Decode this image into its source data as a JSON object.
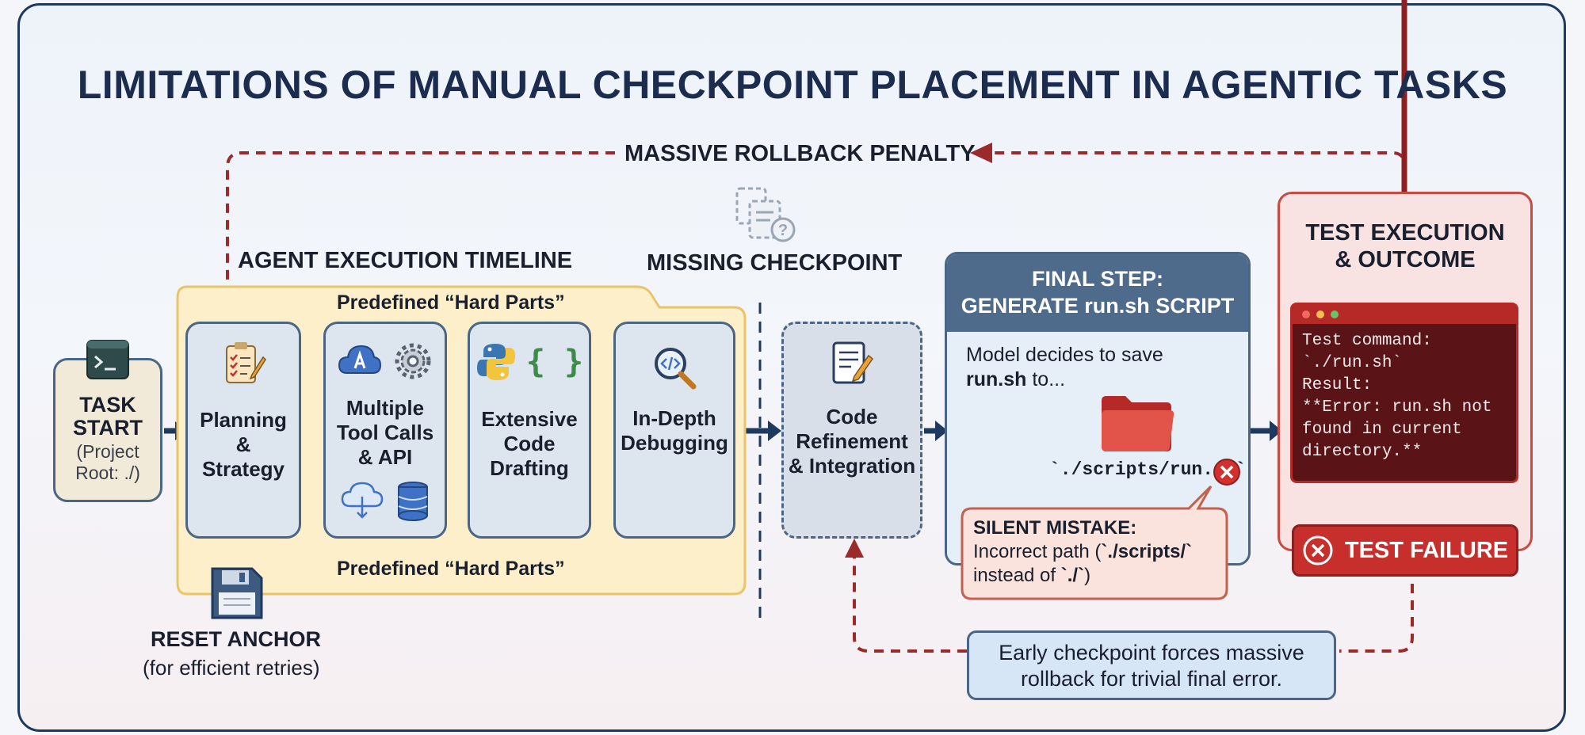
{
  "title": "LIMITATIONS OF MANUAL CHECKPOINT PLACEMENT IN AGENTIC TASKS",
  "rollback_penalty": "MASSIVE ROLLBACK PENALTY",
  "timeline_label": "AGENT EXECUTION TIMELINE",
  "hard_parts_top": "Predefined “Hard Parts”",
  "hard_parts_bottom": "Predefined “Hard Parts”",
  "missing_checkpoint": "MISSING CHECKPOINT",
  "task_start": {
    "title_line1": "TASK",
    "title_line2": "START",
    "sub_line1": "(Project",
    "sub_line2": "Root: ./)"
  },
  "steps": {
    "planning": {
      "line1": "Planning",
      "line2": "&",
      "line3": "Strategy"
    },
    "tools": {
      "line1": "Multiple",
      "line2": "Tool Calls",
      "line3": "& API"
    },
    "drafting": {
      "line1": "Extensive",
      "line2": "Code",
      "line3": "Drafting"
    },
    "debugging": {
      "line1": "In-Depth",
      "line2": "Debugging"
    },
    "refinement": {
      "line1": "Code",
      "line2": "Refinement",
      "line3": "& Integration"
    }
  },
  "reset_anchor": {
    "title": "RESET ANCHOR",
    "subtitle": "(for efficient retries)"
  },
  "final_step": {
    "header_line1": "FINAL STEP:",
    "header_line2": "GENERATE run.sh SCRIPT",
    "desc_line1": "Model decides to save",
    "desc_bold": "run.sh",
    "desc_rest": " to...",
    "path": "`./scripts/run.sh`"
  },
  "silent_mistake": {
    "title": "SILENT MISTAKE:",
    "line1_pre": "Incorrect path (",
    "line1_bold": "`./scripts/`",
    "line2_pre": "instead of ",
    "line2_bold": "`./`",
    "line2_post": ")"
  },
  "test": {
    "header_line1": "TEST EXECUTION",
    "header_line2": "& OUTCOME",
    "terminal_lines": [
      "Test command:",
      "`./run.sh`",
      "Result:",
      "**Error: run.sh not",
      "found in current",
      "directory.**"
    ],
    "failure": "TEST FAILURE"
  },
  "bottom_note": {
    "line1": "Early checkpoint forces massive",
    "line2": "rollback for trivial final error."
  },
  "colors": {
    "navy": "#1c2c4f",
    "accent_red": "#c4302b",
    "dashed_red": "#9b2b2b",
    "card_fill": "#dde5ef",
    "card_border": "#4b6585",
    "hard_parts_fill": "#fcefc9",
    "terminal_bg": "#5a1418"
  },
  "icons": [
    "terminal-icon",
    "checklist-icon",
    "cloud-api-icon",
    "gear-icon",
    "cloud-download-icon",
    "database-icon",
    "python-icon",
    "braces-icon",
    "code-magnifier-icon",
    "edit-document-icon",
    "folder-icon",
    "error-x-icon",
    "floppy-disk-icon",
    "missing-document-icon"
  ]
}
